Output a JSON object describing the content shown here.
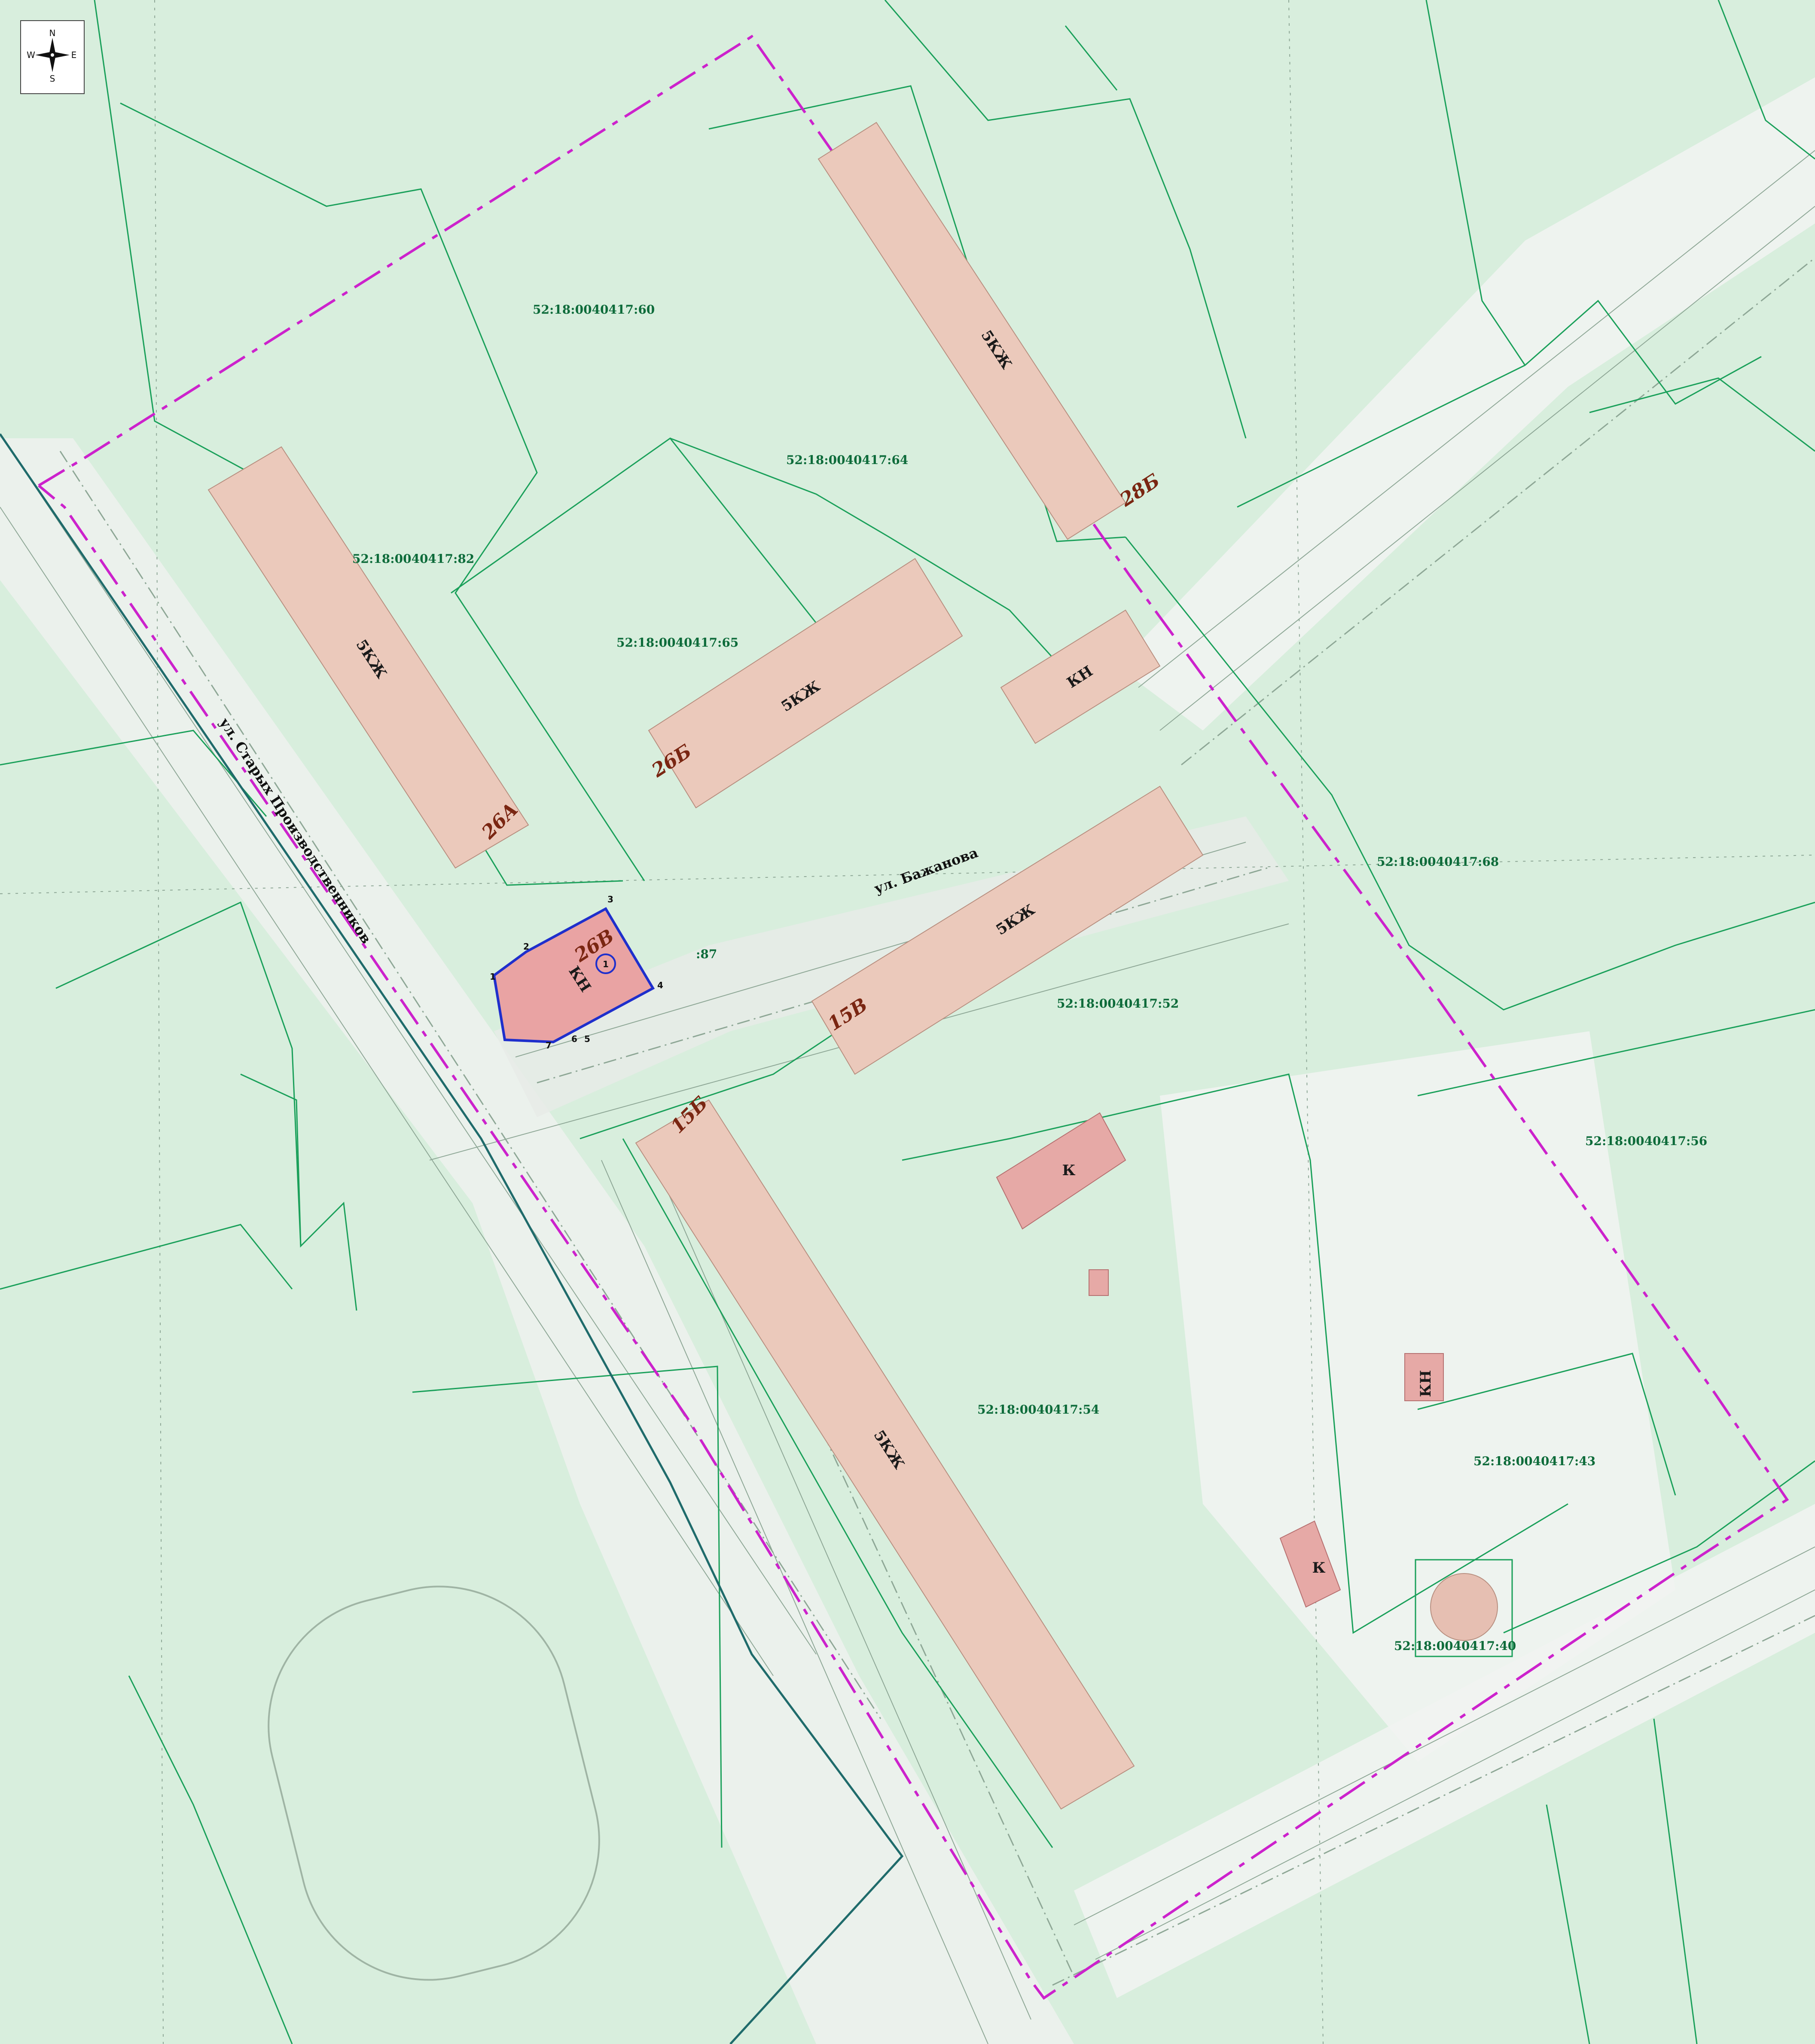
{
  "compass": {
    "n": "N",
    "s": "S",
    "e": "E",
    "w": "W"
  },
  "cadastral_labels": [
    "52:18:0040417:60",
    "52:18:0040417:64",
    "52:18:0040417:82",
    "52:18:0040417:65",
    "52:18:0040417:68",
    "52:18:0040417:52",
    "52:18:0040417:56",
    "52:18:0040417:54",
    "52:18:0040417:43",
    "52:18:0040417:40",
    ":87"
  ],
  "zone_labels": [
    "5КЖ",
    "5КЖ",
    "5КЖ",
    "5КЖ",
    "5КЖ",
    "КН",
    "КН",
    "КН",
    "К",
    "К"
  ],
  "block_numbers": [
    "28Б",
    "26А",
    "26Б",
    "15В",
    "15Б",
    "26В"
  ],
  "streets": {
    "main": "ул. Старых Производственников",
    "cross": "ул. Бажанова"
  },
  "boundary_points": [
    "1",
    "2",
    "3",
    "4",
    "5",
    "6",
    "7"
  ],
  "site_marker": "1",
  "colors": {
    "background": "#d8eedd",
    "parcel_line": "#1aa05a",
    "project_boundary": "#cc22cc",
    "site_outline": "#1f2fcc",
    "building_fill": "#ebc9bb",
    "highlight_fill": "#e6a9a6",
    "red_line": "#1f6b6b"
  }
}
